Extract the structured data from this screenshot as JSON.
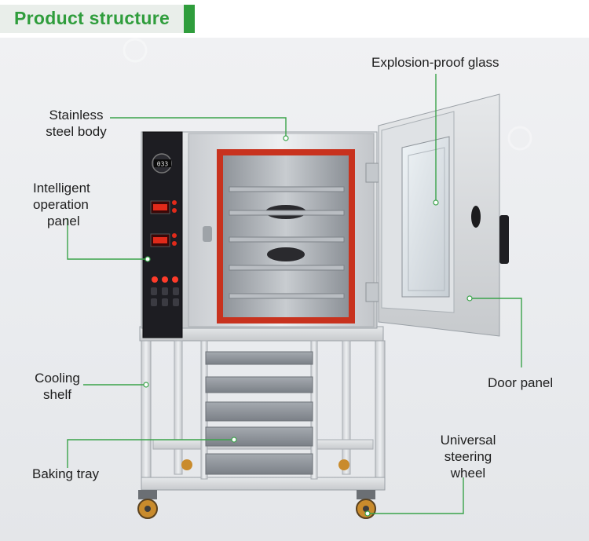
{
  "header": {
    "title": "Product structure"
  },
  "labels": {
    "explosion_proof_glass": "Explosion-proof glass",
    "stainless_steel_body": [
      "Stainless",
      "steel body"
    ],
    "intelligent_operation_panel": [
      "Intelligent",
      "operation",
      "panel"
    ],
    "cooling_shelf": [
      "Cooling",
      "shelf"
    ],
    "baking_tray": "Baking tray",
    "door_panel": "Door panel",
    "universal_steering_wheel": [
      "Universal",
      "steering",
      "wheel"
    ]
  },
  "panel_display": {
    "timer": "033"
  },
  "colors": {
    "accent_green": "#2f9d3c",
    "leader_line": "#3aa34a",
    "stainless": "#d9dcdf",
    "door_seal": "#c8321e",
    "control_panel": "#1d1d22"
  }
}
